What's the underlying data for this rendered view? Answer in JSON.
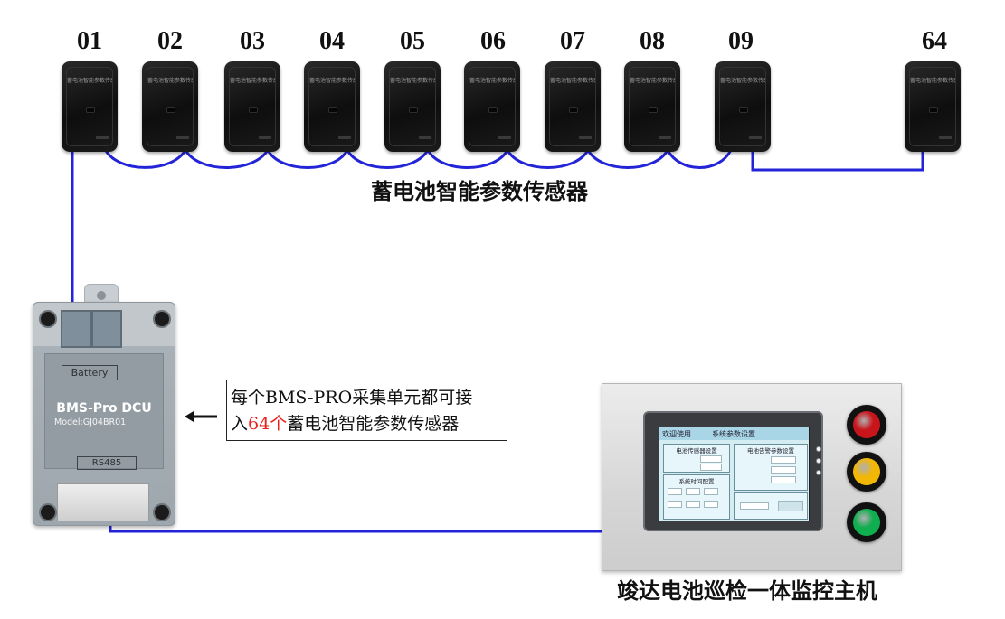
{
  "sensors": {
    "labels": [
      "01",
      "02",
      "03",
      "04",
      "05",
      "06",
      "07",
      "08",
      "09",
      "64"
    ],
    "device_text": "蓄电池智能参数传感器"
  },
  "sensor_caption": "蓄电池智能参数传感器",
  "dcu": {
    "battery_label": "Battery",
    "name": "BMS-Pro DCU",
    "model": "Model:GJ04BR01",
    "port_label": "RS485"
  },
  "note": {
    "line1": "每个BMS-PRO采集单元都可接",
    "line2_prefix": "入",
    "line2_highlight": "64个",
    "line2_suffix": "蓄电池智能参数传感器"
  },
  "host": {
    "caption": "竣达电池巡检一体监控主机",
    "screen": {
      "welcome": "欢迎使用",
      "title": "系统参数设置",
      "panel_sensor": "电池传感器设置",
      "panel_alarm": "电池告警参数设置",
      "panel_time": "系统时间配置"
    }
  },
  "colors": {
    "wire": "#2323d8",
    "highlight": "#e8221b",
    "light_red": "#c8151b",
    "light_yellow": "#f2b705",
    "light_green": "#0fae4f"
  }
}
